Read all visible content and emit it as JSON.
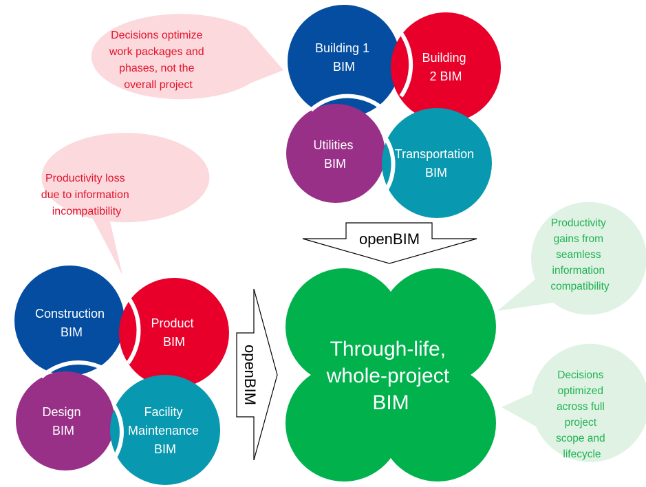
{
  "colors": {
    "blue": "#044da0",
    "red": "#e8002a",
    "purple": "#993087",
    "teal": "#0898b0",
    "green": "#00b14c",
    "pink_bubble": "#fbd9dc",
    "green_bubble": "#dff2e4",
    "red_text": "#e3132c",
    "green_text": "#1fb251"
  },
  "top_cluster": {
    "building1": [
      "Building 1",
      "BIM"
    ],
    "building2": [
      "Building",
      "2 BIM"
    ],
    "utilities": [
      "Utilities",
      "BIM"
    ],
    "transportation": [
      "Transportation",
      "BIM"
    ]
  },
  "left_cluster": {
    "construction": [
      "Construction",
      "BIM"
    ],
    "product": [
      "Product",
      "BIM"
    ],
    "design": [
      "Design",
      "BIM"
    ],
    "facility": [
      "Facility",
      "Maintenance",
      "BIM"
    ]
  },
  "arrows": {
    "top_label": "openBIM",
    "side_label": "openBIM"
  },
  "center": [
    "Through-life,",
    "whole-project",
    "BIM"
  ],
  "callouts": {
    "top_left": [
      "Decisions optimize",
      "work packages and",
      "phases, not the",
      "overall project"
    ],
    "mid_left": [
      "Productivity loss",
      "due to information",
      "incompatibility"
    ],
    "right_top": [
      "Productivity",
      "gains from",
      "seamless",
      "information",
      "compatibility"
    ],
    "right_bottom": [
      "Decisions",
      "optimized",
      "across full",
      "project",
      "scope and",
      "lifecycle"
    ]
  }
}
